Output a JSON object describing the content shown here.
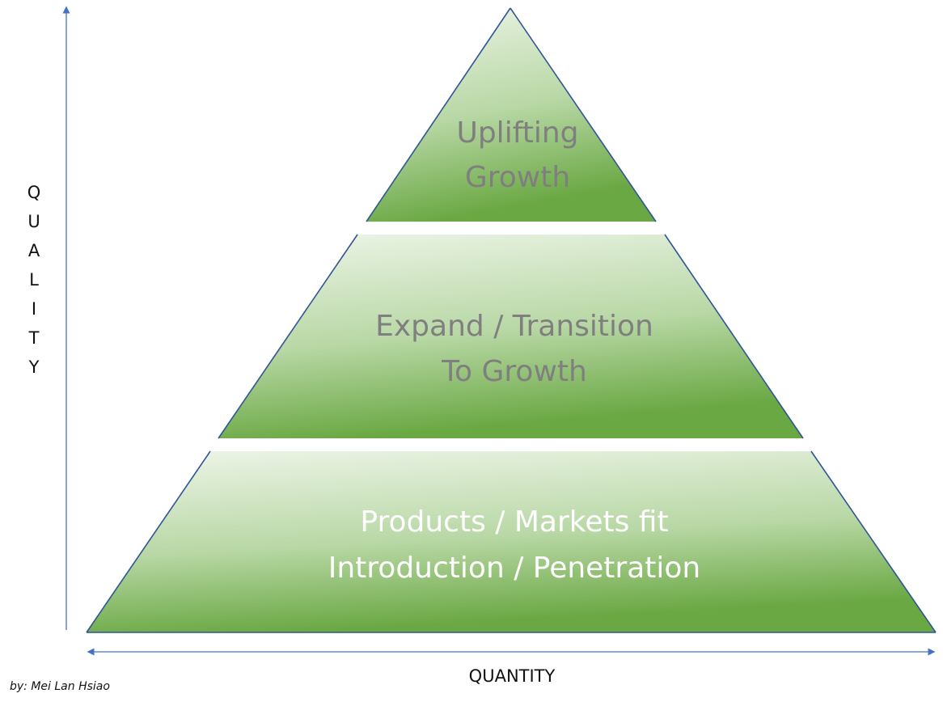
{
  "diagram": {
    "tiers": [
      {
        "id": "top",
        "lines": [
          "Uplifting",
          "Growth"
        ],
        "text_color": "#7f7f7f"
      },
      {
        "id": "middle",
        "lines": [
          "Expand / Transition",
          "To Growth"
        ],
        "text_color": "#7f7f7f"
      },
      {
        "id": "bottom",
        "lines": [
          "Products / Markets fit",
          "Introduction / Penetration"
        ],
        "text_color": "#ffffff"
      }
    ],
    "y_axis": {
      "label": "QUALITY",
      "letters": [
        "Q",
        "U",
        "A",
        "L",
        "I",
        "T",
        "Y"
      ]
    },
    "x_axis": {
      "label": "QUANTITY"
    },
    "credit": "by: Mei Lan Hsiao",
    "colors": {
      "fill_light": "#eef5e9",
      "fill_mid": "#b9d8a6",
      "fill_dark": "#6aa843",
      "outline": "#2f5597",
      "axis": "#4472c4"
    }
  }
}
